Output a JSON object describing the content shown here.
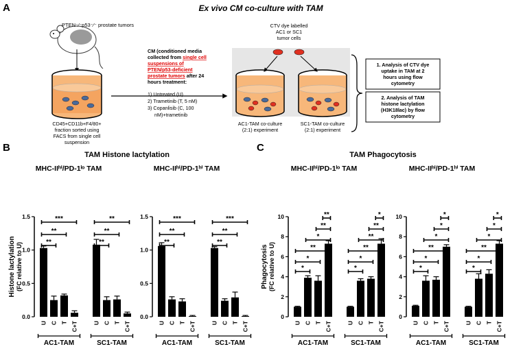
{
  "panel_A": {
    "letter": "A",
    "title": "Ex vivo CM co-culture with TAM",
    "mouse_label": "PTEN⁻⁄⁻p53⁻⁄⁻ prostate tumors",
    "cd45_text": [
      "CD45+CD11b+F4/80+",
      "fraction sorted using",
      "FACS from single cell",
      "suspension"
    ],
    "cm_line1": "CM (conditioned media",
    "cm_line2_plain": "collected from ",
    "cm_line2_red": "single cell",
    "cm_red_lines": [
      "suspensions of",
      "PTEN/p53-deficient"
    ],
    "cm_line5_red": "prostate tumors",
    "cm_line5_plain": " after 24",
    "cm_line6": "hours treatment:",
    "treatments": [
      "1)  Untreated (U)",
      "2)  Trametinib (T, 5 nM)",
      "3)  Copanlisib (C, 100",
      "     nM)+trametinib"
    ],
    "ctv_text": [
      "CTV dye labelled",
      "AC1 or SC1",
      "tumor cells"
    ],
    "ac1_caption": [
      "AC1-TAM co-culture",
      "(2:1) experiment"
    ],
    "sc1_caption": [
      "SC1-TAM co-culture",
      "(2:1) experiment"
    ],
    "analysis1": [
      "1. Analysis of CTV dye",
      "uptake in TAM at 2",
      "hours using flow",
      "cytometry"
    ],
    "analysis2": [
      "2. Analysis of TAM",
      "histone lactylation",
      "(H3K18lac) by flow",
      "cytometry"
    ]
  },
  "panel_B": {
    "letter": "B",
    "title": "TAM Histone lactylation"
  },
  "panel_C": {
    "letter": "C",
    "title": "TAM Phagocytosis"
  },
  "chart_data": [
    {
      "type": "bar",
      "panel": "B",
      "subtitle": "MHC-IIʰⁱ/PD-1ˡᵒ TAM",
      "ylabel": "Histone lactylation (FC relative to U)",
      "ylim": [
        0,
        1.5
      ],
      "yticks": [
        "0.0",
        "0.5",
        "1.0",
        "1.5"
      ],
      "groups": [
        {
          "name": "AC1-TAM",
          "categories": [
            "U",
            "C",
            "T",
            "C+T"
          ],
          "values": [
            1.03,
            0.25,
            0.32,
            0.06
          ],
          "errors": [
            0.03,
            0.06,
            0.02,
            0.03
          ]
        },
        {
          "name": "SC1-TAM",
          "categories": [
            "U",
            "C",
            "T",
            "C+T"
          ],
          "values": [
            1.08,
            0.25,
            0.26,
            0.05
          ],
          "errors": [
            0.08,
            0.05,
            0.05,
            0.02
          ]
        }
      ],
      "significance": [
        "**",
        "**",
        "***",
        "**",
        "**",
        "**"
      ]
    },
    {
      "type": "bar",
      "panel": "B",
      "subtitle": "MHC-IIʰⁱ/PD-1ʰⁱ TAM",
      "ylabel": "",
      "ylim": [
        0,
        1.5
      ],
      "yticks": [
        "0.0",
        "0.5",
        "1.0",
        "1.5"
      ],
      "groups": [
        {
          "name": "AC1-TAM",
          "categories": [
            "U",
            "C",
            "T",
            "C+T"
          ],
          "values": [
            1.06,
            0.26,
            0.23,
            0.01
          ],
          "errors": [
            0.05,
            0.04,
            0.04,
            0.01
          ]
        },
        {
          "name": "SC1-TAM",
          "categories": [
            "U",
            "C",
            "T",
            "C+T"
          ],
          "values": [
            1.03,
            0.24,
            0.29,
            0.01
          ],
          "errors": [
            0.02,
            0.03,
            0.08,
            0.01
          ]
        }
      ],
      "significance": [
        "**",
        "**",
        "***",
        "**",
        "**",
        "***"
      ]
    },
    {
      "type": "bar",
      "panel": "C",
      "subtitle": "MHC-IIʰⁱ/PD-1ˡᵒ TAM",
      "ylabel": "Phagocytosis (FC relative to U)",
      "ylim": [
        0,
        10
      ],
      "yticks": [
        "0",
        "2",
        "4",
        "6",
        "8",
        "10"
      ],
      "groups": [
        {
          "name": "AC1-TAM",
          "categories": [
            "U",
            "C",
            "T",
            "C+T"
          ],
          "values": [
            1.0,
            3.9,
            3.6,
            7.3
          ],
          "errors": [
            0.05,
            0.2,
            0.5,
            0.3
          ]
        },
        {
          "name": "SC1-TAM",
          "categories": [
            "U",
            "C",
            "T",
            "C+T"
          ],
          "values": [
            1.0,
            3.6,
            3.8,
            7.3
          ],
          "errors": [
            0.05,
            0.2,
            0.2,
            0.5
          ]
        }
      ],
      "significance": [
        "*",
        "*",
        "**",
        "*",
        "**",
        "**",
        "*",
        "*",
        "**",
        "**",
        "**",
        "*"
      ]
    },
    {
      "type": "bar",
      "panel": "C",
      "subtitle": "MHC-IIʰⁱ/PD-1ʰⁱ TAM",
      "ylabel": "",
      "ylim": [
        0,
        10
      ],
      "yticks": [
        "0",
        "2",
        "4",
        "6",
        "8",
        "10"
      ],
      "groups": [
        {
          "name": "AC1-TAM",
          "categories": [
            "U",
            "C",
            "T",
            "C+T"
          ],
          "values": [
            1.1,
            3.6,
            3.7,
            7.0
          ],
          "errors": [
            0.05,
            0.5,
            0.3,
            0.2
          ]
        },
        {
          "name": "SC1-TAM",
          "categories": [
            "U",
            "C",
            "T",
            "C+T"
          ],
          "values": [
            1.0,
            3.8,
            4.3,
            7.3
          ],
          "errors": [
            0.05,
            0.5,
            0.4,
            0.3
          ]
        }
      ],
      "significance": [
        "*",
        "*",
        "**",
        "*",
        "*",
        "*",
        "*",
        "*",
        "**",
        "*",
        "*",
        "*"
      ]
    }
  ]
}
